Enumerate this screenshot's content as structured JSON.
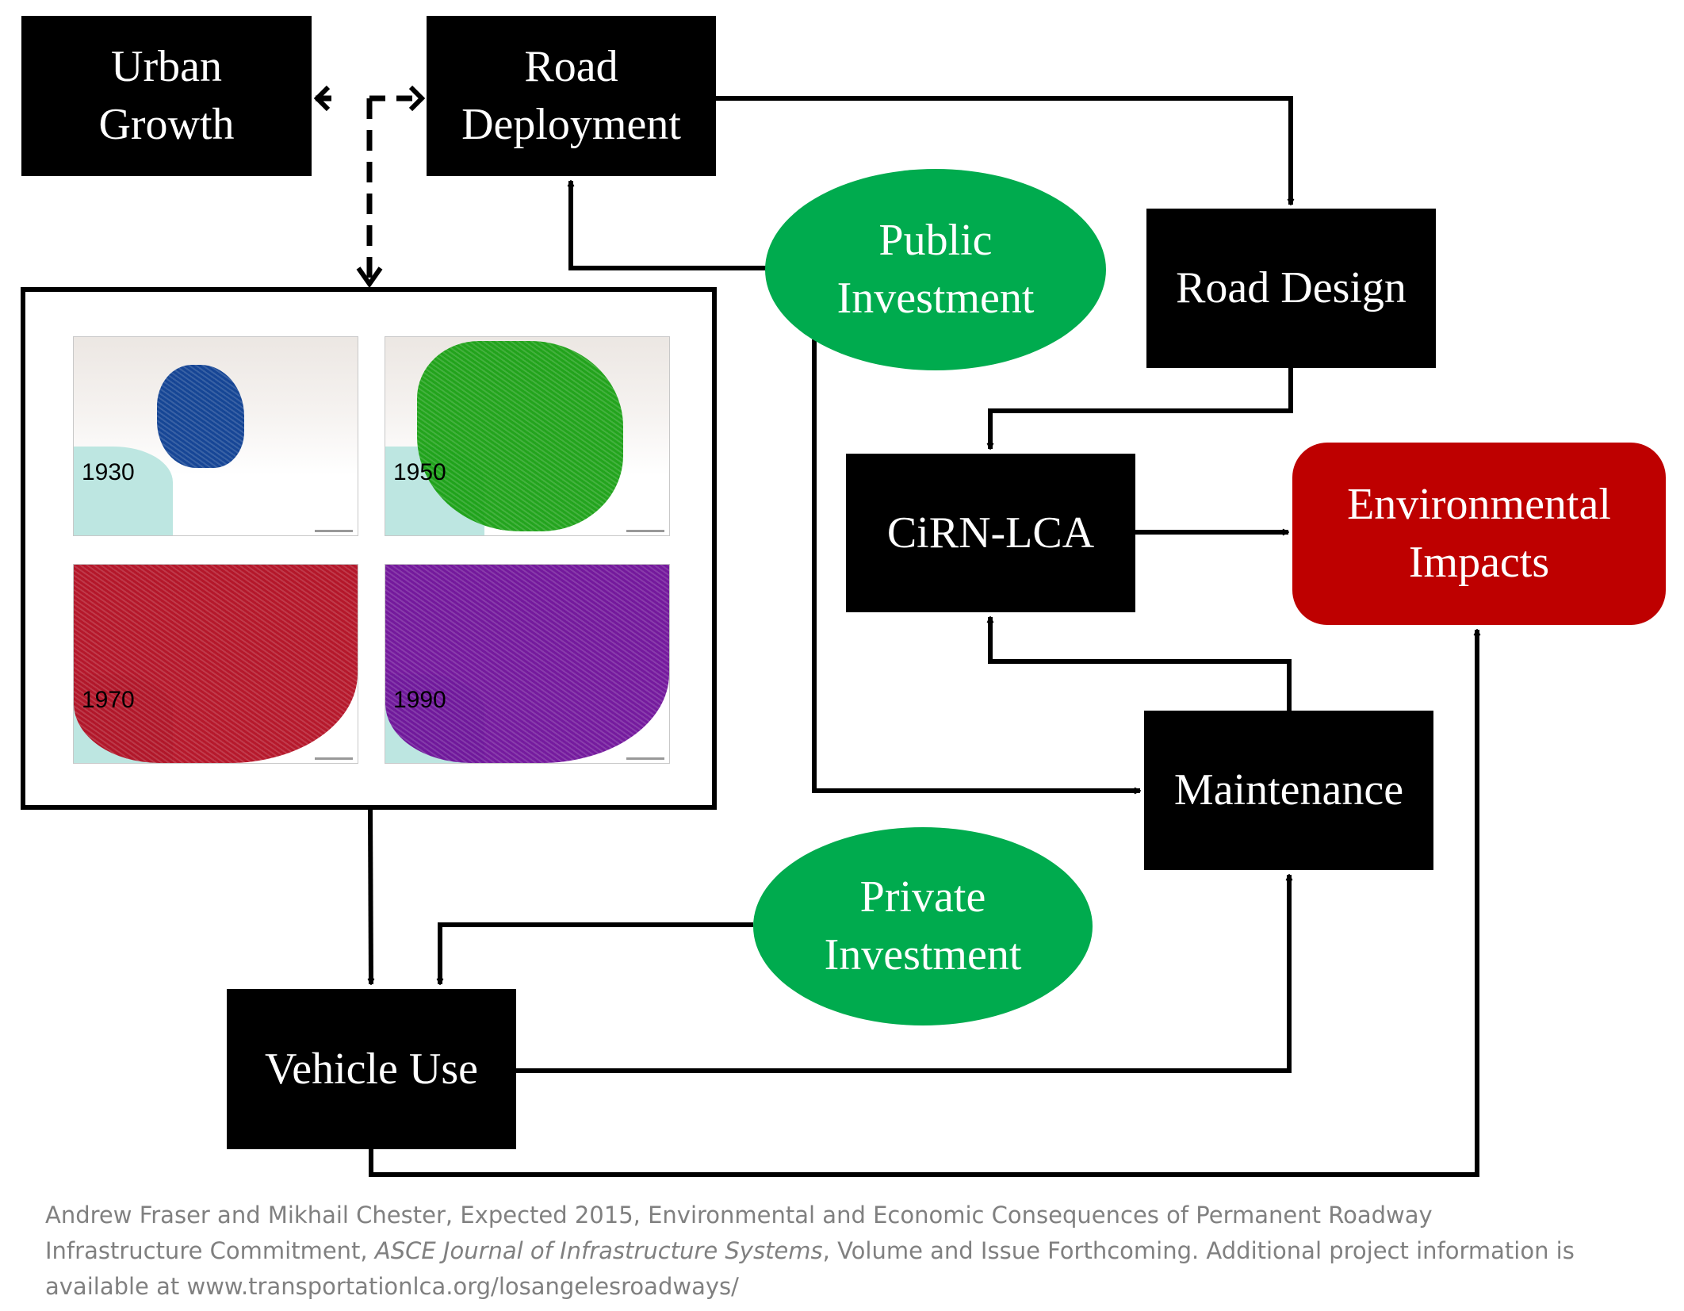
{
  "diagram": {
    "nodes": {
      "urban_growth": {
        "label": "Urban\nGrowth"
      },
      "road_deployment": {
        "label": "Road\nDeployment"
      },
      "road_design": {
        "label": "Road Design"
      },
      "public_investment": {
        "label": "Public\nInvestment"
      },
      "cirn_lca": {
        "label": "CiRN-LCA"
      },
      "environmental_impacts": {
        "label": "Environmental\nImpacts"
      },
      "maintenance": {
        "label": "Maintenance"
      },
      "private_investment": {
        "label": "Private\nInvestment"
      },
      "vehicle_use": {
        "label": "Vehicle Use"
      }
    },
    "maps": [
      {
        "year": "1930",
        "color": "#0B3D91"
      },
      {
        "year": "1950",
        "color": "#18A012"
      },
      {
        "year": "1970",
        "color": "#B0061B"
      },
      {
        "year": "1990",
        "color": "#6A0896"
      }
    ],
    "edges": [
      {
        "from": "urban_growth",
        "to": "road_deployment",
        "style": "dashed",
        "bidirectional": true
      },
      {
        "from": "urban_growth/road_deployment",
        "to": "map_panel",
        "style": "dashed"
      },
      {
        "from": "road_deployment",
        "to": "road_design"
      },
      {
        "from": "public_investment",
        "to": "road_deployment"
      },
      {
        "from": "public_investment",
        "to": "maintenance"
      },
      {
        "from": "road_design",
        "to": "cirn_lca"
      },
      {
        "from": "cirn_lca",
        "to": "environmental_impacts"
      },
      {
        "from": "maintenance",
        "to": "cirn_lca"
      },
      {
        "from": "map_panel",
        "to": "vehicle_use"
      },
      {
        "from": "private_investment",
        "to": "vehicle_use"
      },
      {
        "from": "vehicle_use",
        "to": "maintenance"
      },
      {
        "from": "vehicle_use",
        "to": "environmental_impacts"
      }
    ],
    "colors": {
      "box": "#000000",
      "investment": "#00AB4E",
      "impacts": "#BE0000",
      "text": "#FFFFFF"
    }
  },
  "citation": {
    "part1": "Andrew Fraser and Mikhail Chester, Expected 2015, Environmental and Economic Consequences of Permanent Roadway Infrastructure Commitment, ",
    "journal": "ASCE Journal of Infrastructure Systems",
    "part2": ", Volume and Issue Forthcoming. Additional project information is available at www.transportationlca.org/losangelesroadways/"
  }
}
